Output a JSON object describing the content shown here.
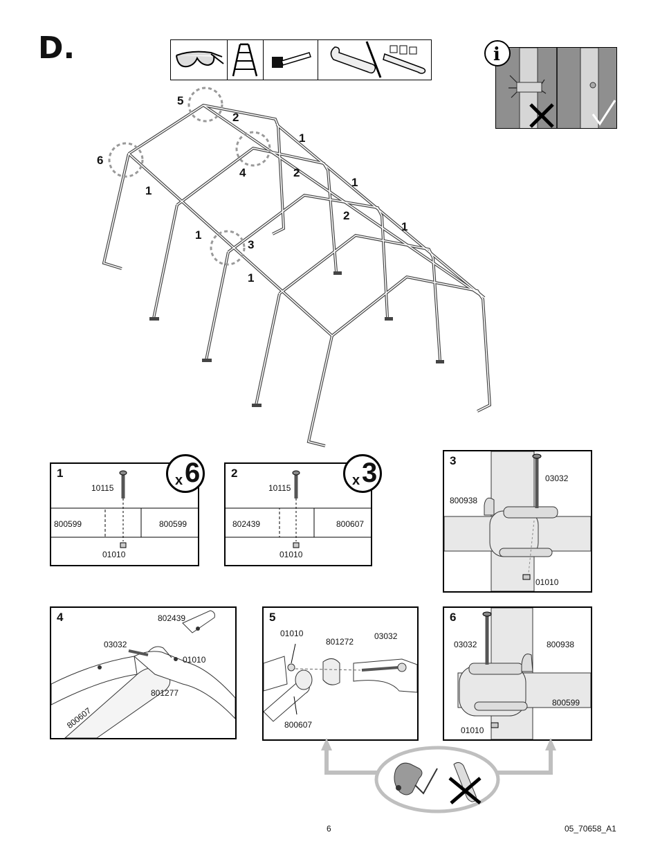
{
  "step": "D.",
  "tools": [
    "safety-glasses-icon",
    "step-ladder-icon",
    "rubber-mallet-icon",
    "wrench-icon",
    "socket-wrench-icon"
  ],
  "frame_labels": {
    "l1": "5",
    "l2": "2",
    "l3": "1",
    "l4": "6",
    "l5": "4",
    "l6": "2",
    "l7": "1",
    "l8": "1",
    "l9": "2",
    "l10": "1",
    "l11": "1",
    "l12": "3",
    "l13": "1"
  },
  "panel1": {
    "num": "1",
    "qty_x": "x",
    "qty_n": "6",
    "bolt": "10115",
    "left": "800599",
    "right": "800599",
    "nut": "01010"
  },
  "panel2": {
    "num": "2",
    "qty_x": "x",
    "qty_n": "3",
    "bolt": "10115",
    "left": "802439",
    "right": "800607",
    "nut": "01010"
  },
  "panel3": {
    "num": "3",
    "bolt": "03032",
    "bracket": "800938",
    "nut": "01010"
  },
  "panel4": {
    "num": "4",
    "pipe_top": "802439",
    "bolt": "03032",
    "nut": "01010",
    "swage": "801277",
    "pipe_left": "800607"
  },
  "panel5": {
    "num": "5",
    "nut": "01010",
    "swage": "801272",
    "bolt": "03032",
    "pipe": "800607"
  },
  "panel6": {
    "num": "6",
    "bolt": "03032",
    "bracket": "800938",
    "pipe": "800599",
    "nut": "01010"
  },
  "footer": {
    "page": "6",
    "doc": "05_70658_A1"
  },
  "colors": {
    "hand_tighten_ok": "#ffffff",
    "panel_gray": "#8a8a8a",
    "arrow_gray": "#bfbfbf"
  }
}
